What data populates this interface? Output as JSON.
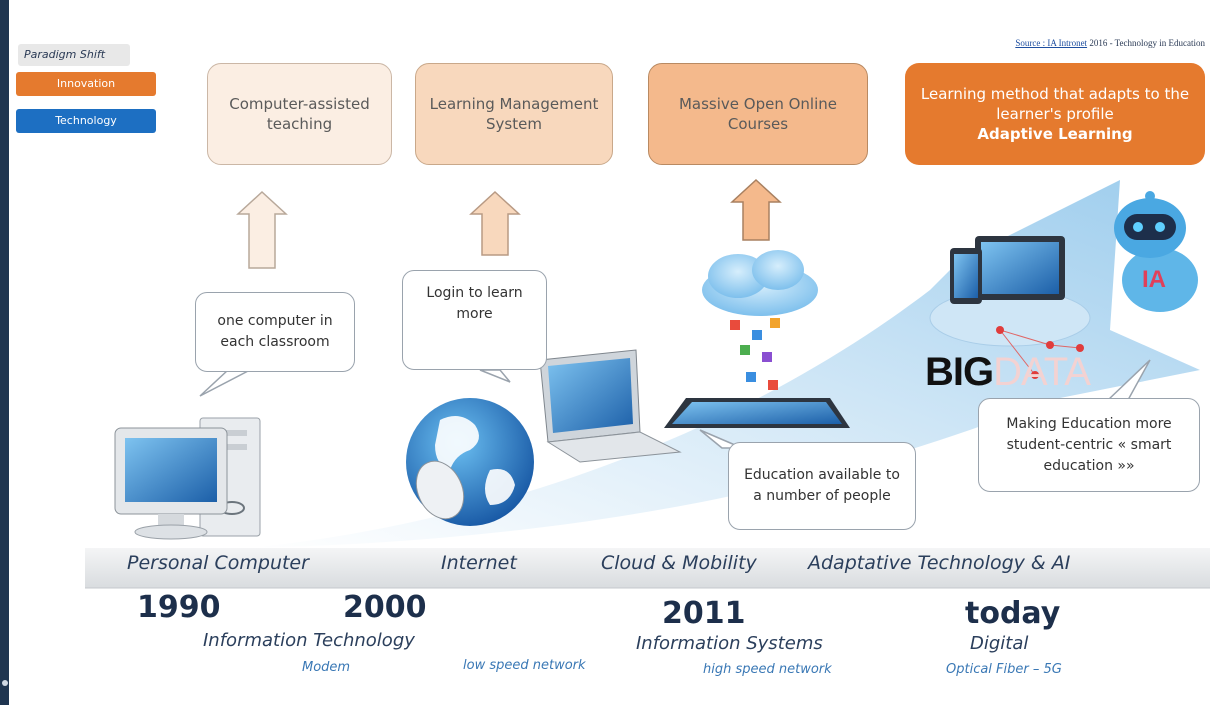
{
  "legend": {
    "title": "Paradigm Shift",
    "innovation": "Innovation",
    "technology": "Technology",
    "innovation_color": "#e57a2e",
    "technology_color": "#1d6fc2"
  },
  "source": {
    "prefix": "Source : IA Intronet",
    "suffix": " 2016 - Technology in Education"
  },
  "innovations": [
    {
      "label": "Computer-assisted teaching",
      "color": "#fbeee3"
    },
    {
      "label": "Learning Management System",
      "color": "#f8d8bd"
    },
    {
      "label": "Massive Open Online Courses",
      "color": "#f4b98c"
    },
    {
      "label": "Learning method that adapts to the learner's profile",
      "emphasis": "Adaptive Learning",
      "color": "#e57a2e"
    }
  ],
  "bubbles": {
    "classroom": "one computer in each classroom",
    "login": "Login to learn more",
    "education": "Education available to a number of people",
    "smart": "Making Education more student-centric « smart education »»"
  },
  "big_data": {
    "big": "BIG",
    "data": "DATA"
  },
  "robot_label": "IA",
  "eras": [
    "Personal Computer",
    "Internet",
    "Cloud & Mobility",
    "Adaptative Technology & AI"
  ],
  "years": [
    "1990",
    "2000",
    "2011",
    "today"
  ],
  "periods": [
    "Information Technology",
    "Information Systems",
    "Digital"
  ],
  "networks": [
    "Modem",
    "low speed network",
    "high speed network",
    "Optical Fiber – 5G"
  ]
}
